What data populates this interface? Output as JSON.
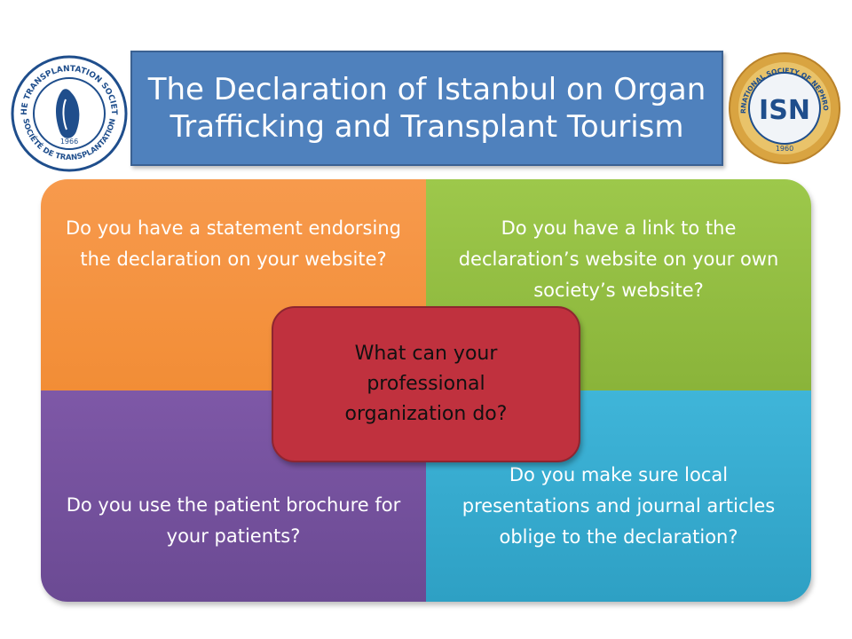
{
  "title": "The Declaration of Istanbul on Organ Trafficking and Transplant Tourism",
  "logos": {
    "left": {
      "icon": "transplantation-society-seal",
      "ring_top": "THE TRANSPLANTATION SOCIETY",
      "ring_bottom": "SOCIÉTÉ DE TRANSPLANTATION",
      "year": "1966",
      "color": "#1f4e8c"
    },
    "right": {
      "icon": "isn-seal",
      "acronym": "ISN",
      "ring_text": "INTERNATIONAL SOCIETY OF NEPHROLOGY",
      "year": "1960",
      "color": "#1f4e8c",
      "ring_color": "#d9a441"
    }
  },
  "quadrants": {
    "top_left": "Do you have a statement endorsing the declaration on your website?",
    "top_right": "Do you have a link to the declaration’s website on your own society’s website?",
    "bottom_left": "Do you use the patient brochure for your patients?",
    "bottom_right": "Do you make sure local presentations and journal articles oblige to the declaration?"
  },
  "center": "What can your professional organization do?",
  "colors": {
    "title_bg": "#4f81bd",
    "top_left": "#f28d36",
    "top_right": "#8ab43a",
    "bottom_left": "#6b4a93",
    "bottom_right": "#2ea0c4",
    "center": "#c0313e"
  }
}
